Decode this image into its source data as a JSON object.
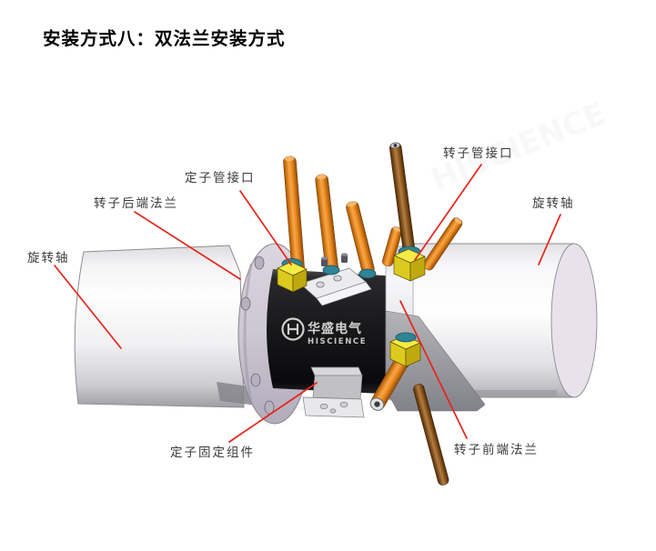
{
  "title": "安装方式八：双法兰安装方式",
  "watermark": "HISCIENCE",
  "logo": {
    "cn": "华盛电气",
    "en": "HISCIENCE"
  },
  "colors": {
    "callout_red": "#e8231a",
    "tube_orange": "#e8821e",
    "tube_copper": "#8a5520",
    "fitting_yellow": "#efe02c",
    "fitting_teal": "#2f8496",
    "body_black": "#19191b"
  },
  "diagram": {
    "callouts": [
      {
        "id": "stator-pipe-port",
        "text": "定子管接口"
      },
      {
        "id": "rotor-pipe-port",
        "text": "转子管接口"
      },
      {
        "id": "rotor-rear-flange",
        "text": "转子后端法兰"
      },
      {
        "id": "rotating-shaft-left",
        "text": "旋转轴"
      },
      {
        "id": "rotating-shaft-right",
        "text": "旋转轴"
      },
      {
        "id": "stator-fixing-assembly",
        "text": "定子固定组件"
      },
      {
        "id": "rotor-front-flange",
        "text": "转子前端法兰"
      }
    ]
  }
}
